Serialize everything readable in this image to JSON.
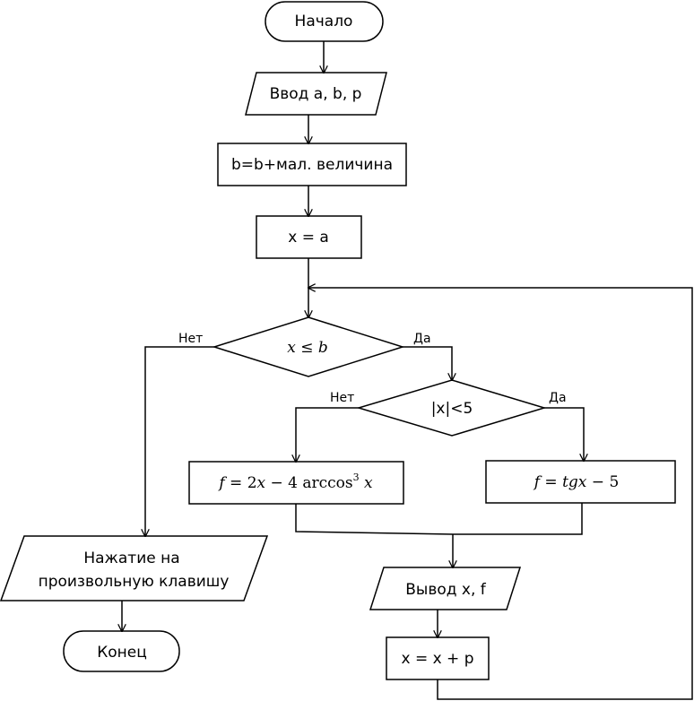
{
  "nodes": {
    "start": "Начало",
    "input": "Ввод a, b, p",
    "increment_b": "b=b+мал. величина",
    "init_x": "x = a",
    "cond_main": {
      "x": "x",
      "op": " ≤ ",
      "b": "b"
    },
    "cond_abs": "|x|<5",
    "formula_left": {
      "lhs": "f",
      "eq": " = 2",
      "x1": "x",
      "minus": " − 4 arccos",
      "exp": "3",
      "x2": " x"
    },
    "formula_right": {
      "lhs": "f",
      "eq": " = ",
      "tg": "tgx",
      "rest": " − 5"
    },
    "press_key_line1": "Нажатие на",
    "press_key_line2": "произвольную клавишу",
    "end": "Конец",
    "output": "Вывод x, f",
    "step_x": "x = x + p"
  },
  "edges": {
    "main_no": "Нет",
    "main_yes": "Да",
    "abs_no": "Нет",
    "abs_yes": "Да"
  },
  "colors": {
    "stroke": "#000000",
    "fill": "#ffffff"
  }
}
